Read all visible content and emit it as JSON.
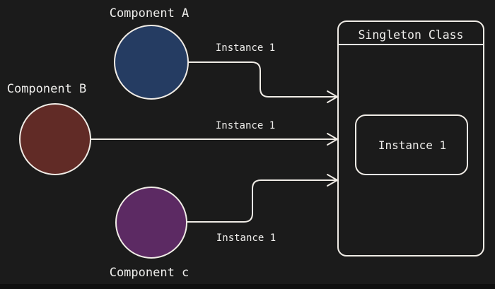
{
  "colors": {
    "background": "#1b1b1b",
    "bottom_strip": "#101010",
    "line": "#f0ece6",
    "text": "#efeeec",
    "component_a_fill": "#253c62",
    "component_b_fill": "#612b26",
    "component_c_fill": "#5c2a63"
  },
  "components": [
    {
      "id": "component-a",
      "label": "Component A"
    },
    {
      "id": "component-b",
      "label": "Component B"
    },
    {
      "id": "component-c",
      "label": "Component c"
    }
  ],
  "connections": [
    {
      "from": "component-a",
      "label": "Instance 1"
    },
    {
      "from": "component-b",
      "label": "Instance 1"
    },
    {
      "from": "component-c",
      "label": "Instance 1"
    }
  ],
  "singleton": {
    "title": "Singleton Class",
    "instance_label": "Instance 1"
  }
}
